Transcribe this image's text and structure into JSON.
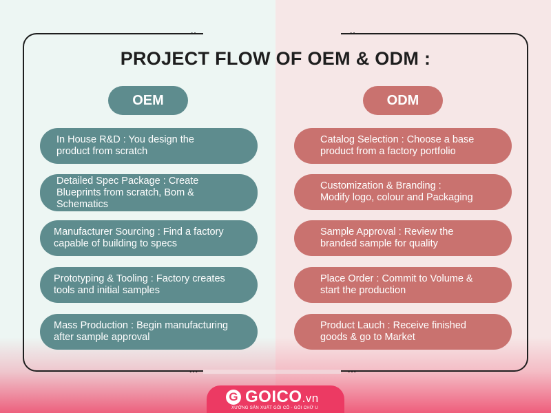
{
  "title": "PROJECT  FLOW OF OEM & ODM :",
  "oem": {
    "label": "OEM",
    "steps": [
      {
        "line1": "In House R&D : You design the",
        "line2": "product from scratch",
        "line3": ""
      },
      {
        "line1": "Detailed Spec Package : Create",
        "line2": "Blueprints from scratch, Bom &",
        "line3": "Schematics"
      },
      {
        "line1": "Manufacturer Sourcing :  Find a factory",
        "line2": "capable of building to specs",
        "line3": ""
      },
      {
        "line1": "Prototyping & Tooling : Factory creates",
        "line2": "tools and initial samples",
        "line3": ""
      },
      {
        "line1": "Mass Production : Begin manufacturing",
        "line2": "after sample approval",
        "line3": ""
      }
    ]
  },
  "odm": {
    "label": "ODM",
    "steps": [
      {
        "line1": "Catalog Selection : Choose a base",
        "line2": "product from a factory portfolio"
      },
      {
        "line1": "Customization & Branding  :",
        "line2": "Modify logo, colour and Packaging"
      },
      {
        "line1": "Sample Approval  : Review the",
        "line2": "branded sample for quality"
      },
      {
        "line1": "Place Order : Commit to Volume &",
        "line2": "start the production"
      },
      {
        "line1": "Product Lauch : Receive finished",
        "line2": "goods & go to Market"
      }
    ]
  },
  "frame": {
    "top_dots": "..",
    "bottom_dots": "..."
  },
  "logo": {
    "mark": "G",
    "name": "GOICO",
    "tld": ".vn",
    "tagline": "XƯỞNG SẢN XUẤT GỐI CỔ - GỐI CHỮ U"
  },
  "colors": {
    "oem": "#5e8c8e",
    "odm": "#c9726f",
    "brand": "#ec3a63"
  }
}
